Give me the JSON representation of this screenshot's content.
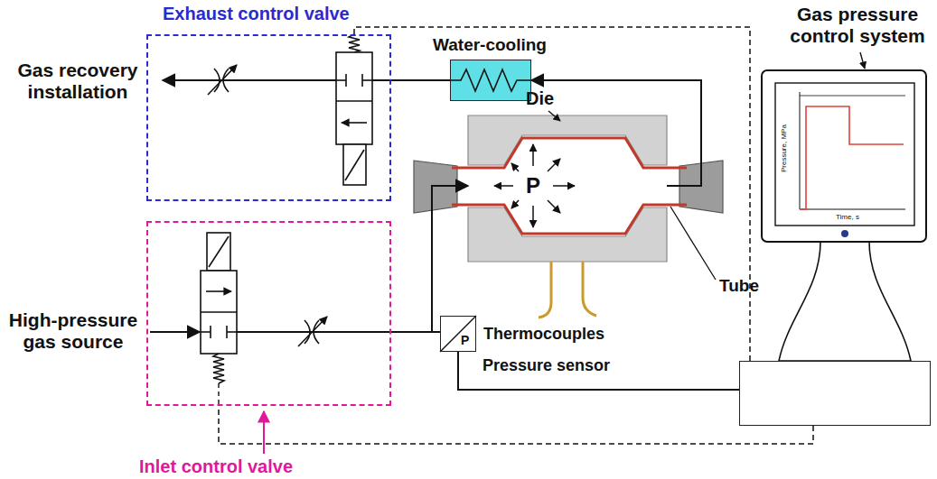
{
  "diagram": {
    "nodes": [
      {
        "text": [
          "Exhaust control valve"
        ]
      },
      {
        "text": [
          "Water-cooling"
        ]
      },
      {
        "text": [
          "Die",
          "P"
        ]
      },
      {
        "text": [
          "Inlet control valve"
        ]
      },
      {
        "text": [
          "P",
          "Pressure sensor"
        ]
      },
      {
        "text": [
          "Gas pressure control system"
        ]
      }
    ],
    "edges": [
      {
        "from": 3,
        "to": 2,
        "arrow": "to"
      },
      {
        "from": 2,
        "to": 1,
        "arrow": "to"
      },
      {
        "from": 1,
        "to": 0,
        "arrow": "none"
      },
      {
        "from": 3,
        "to": 4,
        "arrow": "none"
      },
      {
        "from": 4,
        "to": 5,
        "arrow": "none"
      },
      {
        "from": 5,
        "to": 0,
        "arrow": "none"
      },
      {
        "from": 5,
        "to": 3,
        "arrow": "none"
      }
    ],
    "labels": [
      "Gas recovery installation",
      "High-pressure gas source",
      "Tube",
      "Thermocouples",
      "Pressure, MPa",
      "Time, s"
    ]
  }
}
